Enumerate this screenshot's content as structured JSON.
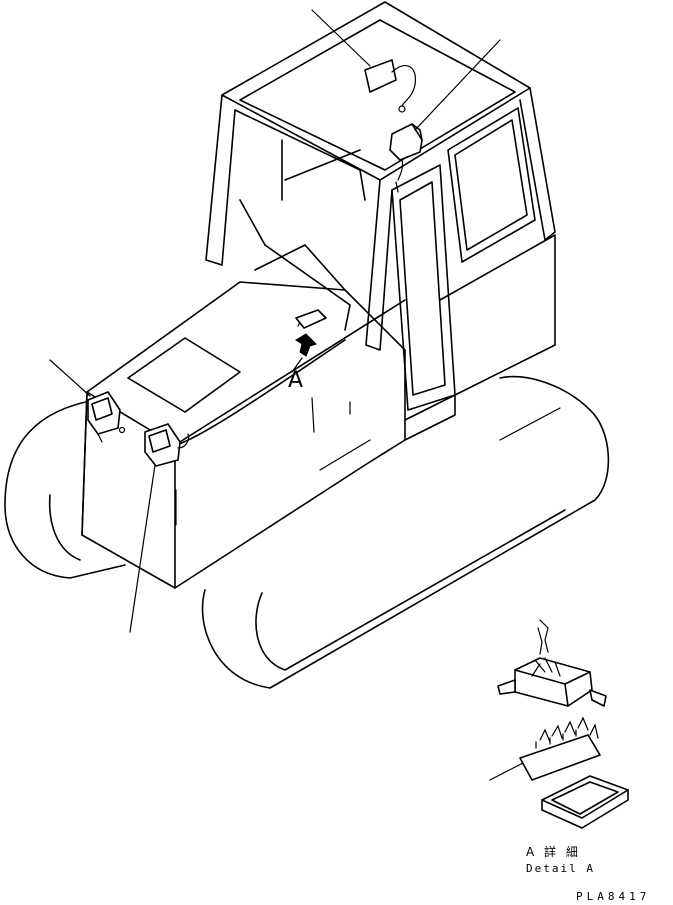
{
  "callout": {
    "label": "A"
  },
  "detail": {
    "title_jp": "A 詳 細",
    "title_en": "Detail A"
  },
  "drawing_number": "PLA8417",
  "colors": {
    "ink": "#000000",
    "paper": "#ffffff"
  }
}
